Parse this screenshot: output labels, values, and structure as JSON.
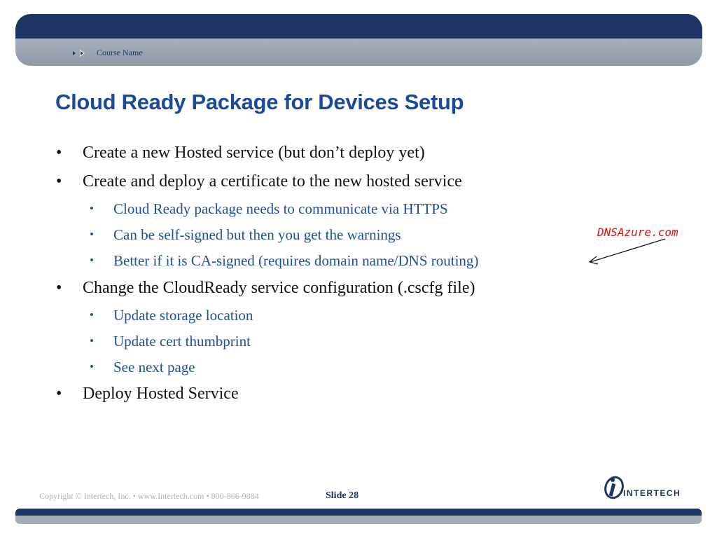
{
  "header": {
    "course_name": "Course Name"
  },
  "slide": {
    "title": "Cloud Ready Package for Devices Setup",
    "bullets": [
      {
        "level": 1,
        "text": "Create a new Hosted service (but don’t deploy yet)"
      },
      {
        "level": 1,
        "text": "Create and deploy a certificate to the new hosted service"
      },
      {
        "level": 2,
        "text": "Cloud Ready package needs to communicate via HTTPS"
      },
      {
        "level": 2,
        "text": "Can be self-signed but then you get the warnings"
      },
      {
        "level": 2,
        "text": "Better if it is CA-signed (requires domain name/DNS routing)"
      },
      {
        "level": 1,
        "text": "Change the CloudReady service configuration (.cscfg file)"
      },
      {
        "level": 2,
        "text": "Update storage location"
      },
      {
        "level": 2,
        "text": "Update cert thumbprint"
      },
      {
        "level": 2,
        "text": "See next page"
      },
      {
        "level": 1,
        "text": "Deploy Hosted Service"
      }
    ],
    "bullet_glyph": "•",
    "annotation": "DNSAzure.com"
  },
  "footer": {
    "copyright": "Copyright © Intertech, Inc. • www.Intertech.com • 800-866-9884",
    "slide_label": "Slide 28",
    "logo_text": "INTERTECH"
  },
  "colors": {
    "header_dark": "#1c3564",
    "header_light": "#a3adb9",
    "title": "#1c4a9a",
    "sub_bullet": "#1c4f9c",
    "annotation": "#dd1111"
  }
}
